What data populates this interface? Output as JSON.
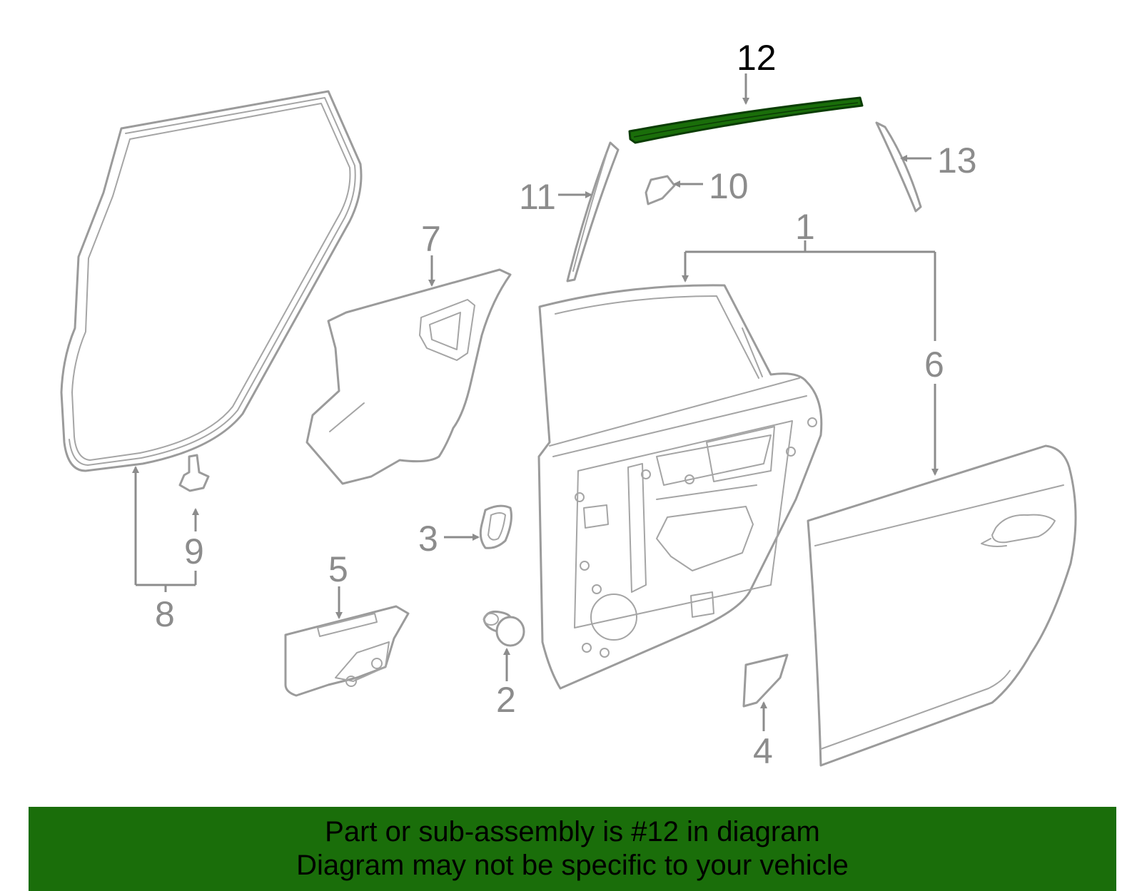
{
  "diagram": {
    "highlighted_part": "12",
    "highlight_color": "#1a6e0a",
    "part_line_color": "#9b9b9b",
    "callouts": {
      "c1": "1",
      "c2": "2",
      "c3": "3",
      "c4": "4",
      "c5": "5",
      "c6": "6",
      "c7": "7",
      "c8": "8",
      "c9": "9",
      "c10": "10",
      "c11": "11",
      "c12": "12",
      "c13": "13"
    }
  },
  "banner": {
    "line1": "Part or sub-assembly is #12 in diagram",
    "line2": "Diagram may not be specific to your vehicle",
    "background": "#1a6e0a"
  }
}
